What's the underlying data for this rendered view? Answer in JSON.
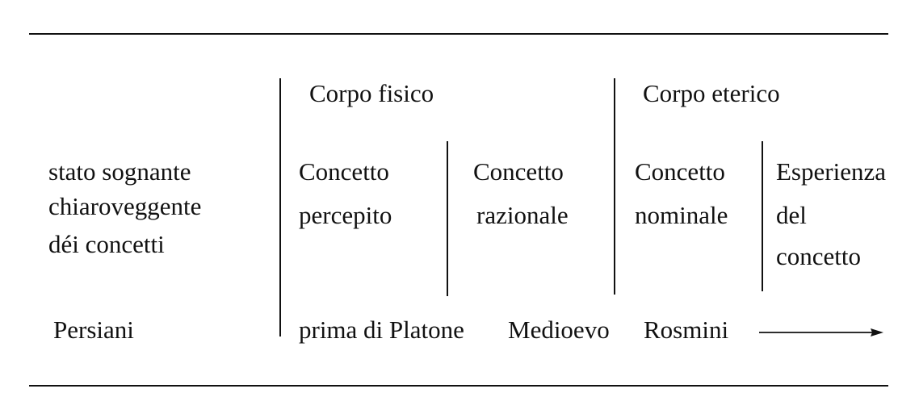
{
  "headers": {
    "physical_body": "Corpo fisico",
    "etheric_body": "Corpo eterico"
  },
  "left_column": {
    "state_lines": [
      "stato sognante",
      "chiaroveggente",
      "déi concetti"
    ],
    "people": "Persiani"
  },
  "columns": [
    {
      "lines": [
        "Concetto",
        "percepito"
      ]
    },
    {
      "lines": [
        "Concetto",
        "razionale"
      ]
    },
    {
      "lines": [
        "Concetto",
        "nominale"
      ]
    },
    {
      "lines": [
        "Esperienza",
        "del",
        "concetto"
      ]
    }
  ],
  "timeline": {
    "labels": [
      "prima di Platone",
      "Medioevo",
      "Rosmini"
    ],
    "arrow_icon": "right-arrow-icon"
  }
}
